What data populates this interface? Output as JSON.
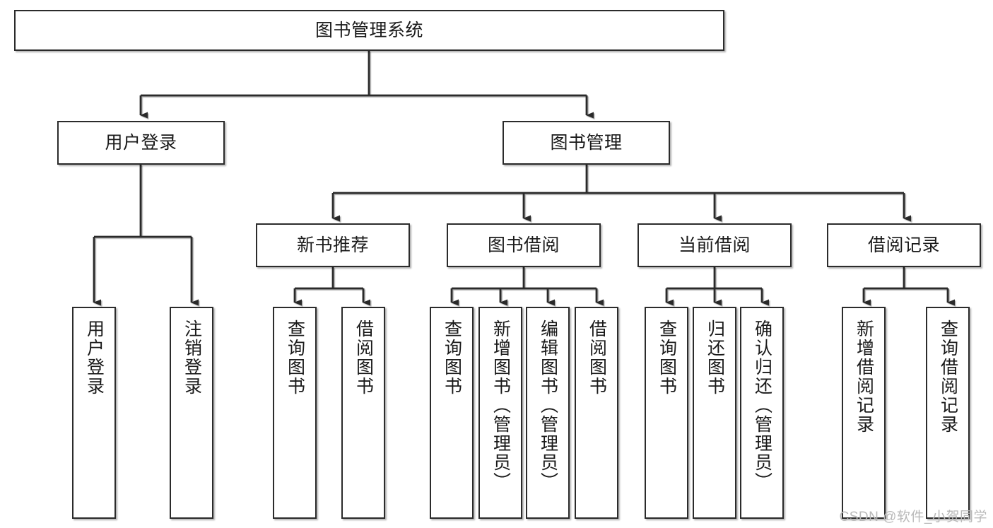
{
  "diagram": {
    "title": "图书管理系统",
    "type": "tree",
    "watermark": "CSDN @软件_小贺同学",
    "colors": {
      "border": "#2b2b2b",
      "background": "#ffffff",
      "text": "#1a1a1a",
      "watermark": "#b9b9b9"
    },
    "nodes": {
      "root": {
        "label": "图书管理系统"
      },
      "level2": [
        {
          "id": "user-login",
          "label": "用户登录"
        },
        {
          "id": "book-manage",
          "label": "图书管理"
        }
      ],
      "level3": [
        {
          "id": "new-book-rec",
          "label": "新书推荐"
        },
        {
          "id": "book-borrow",
          "label": "图书借阅"
        },
        {
          "id": "current-borrow",
          "label": "当前借阅"
        },
        {
          "id": "borrow-record",
          "label": "借阅记录"
        }
      ],
      "leaves": [
        {
          "id": "leaf-user-login",
          "label": "用户登录"
        },
        {
          "id": "leaf-logout-login",
          "label": "注销登录"
        },
        {
          "id": "leaf-query-book-1",
          "label": "查询图书"
        },
        {
          "id": "leaf-borrow-book-1",
          "label": "借阅图书"
        },
        {
          "id": "leaf-query-book-2",
          "label": "查询图书"
        },
        {
          "id": "leaf-add-book-admin",
          "label": "新增图书（管理员）"
        },
        {
          "id": "leaf-edit-book-admin",
          "label": "编辑图书（管理员）"
        },
        {
          "id": "leaf-borrow-book-2",
          "label": "借阅图书"
        },
        {
          "id": "leaf-query-book-3",
          "label": "查询图书"
        },
        {
          "id": "leaf-return-book",
          "label": "归还图书"
        },
        {
          "id": "leaf-confirm-return-admin",
          "label": "确认归还（管理员）"
        },
        {
          "id": "leaf-add-borrow-record",
          "label": "新增借阅记录"
        },
        {
          "id": "leaf-query-borrow-record",
          "label": "查询借阅记录"
        }
      ]
    }
  }
}
